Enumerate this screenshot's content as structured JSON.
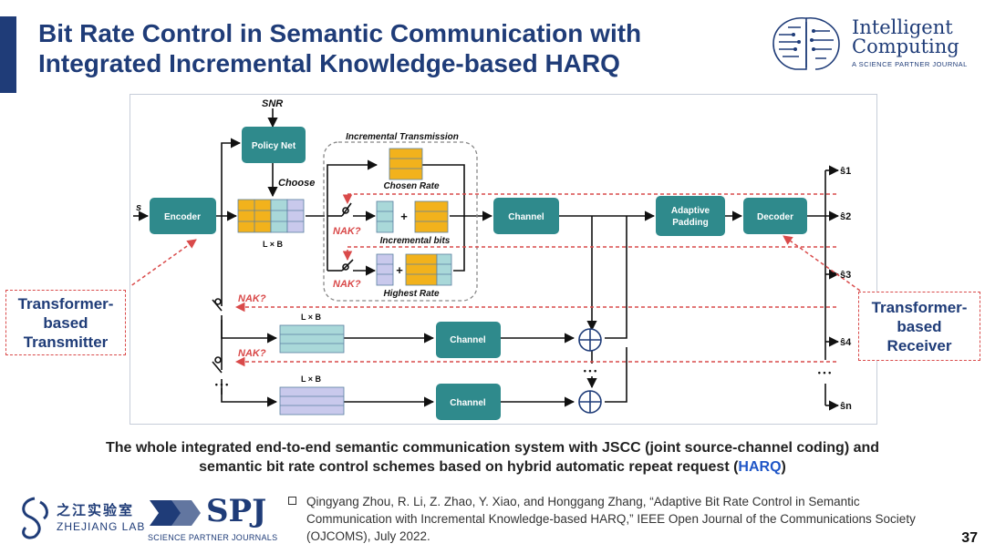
{
  "slide": {
    "title_line1": "Bit Rate Control in Semantic Communication with",
    "title_line2": "Integrated Incremental Knowledge-based HARQ",
    "page_number": "37",
    "colors": {
      "title": "#1f3c78",
      "block": "#2f8a8c",
      "dashed": "#d94a4a",
      "gold": "#f2b21c",
      "teal_light": "#a9d8d9",
      "lavender": "#c9c9ec"
    }
  },
  "logos": {
    "ic_name": "Intelligent Computing",
    "ic_sub": "A SCIENCE PARTNER JOURNAL",
    "zj_cn": "之江实验室",
    "zj_en": "ZHEJIANG LAB",
    "spj_name": "SPJ",
    "spj_sub": "SCIENCE PARTNER JOURNALS"
  },
  "diagram": {
    "snr": "SNR",
    "policy_net": "Policy Net",
    "choose": "Choose",
    "encoder": "Encoder",
    "input_s": "s",
    "lxb": "L × B",
    "incremental_transmission": "Incremental Transmission",
    "chosen_rate": "Chosen Rate",
    "incremental_bits": "Incremental bits",
    "highest_rate": "Highest Rate",
    "nak": "NAK?",
    "plus": "+",
    "channel": "Channel",
    "adaptive_padding_1": "Adaptive",
    "adaptive_padding_2": "Padding",
    "decoder": "Decoder",
    "outputs": [
      "ŝ1",
      "ŝ2",
      "ŝ3",
      "ŝ4",
      "ŝn"
    ],
    "dots": "• • •",
    "tx_label": [
      "Transformer-",
      "based",
      "Transmitter"
    ],
    "rx_label": [
      "Transformer-",
      "based",
      "Receiver"
    ]
  },
  "caption": {
    "part1": "The whole integrated end-to-end semantic communication system with JSCC (joint source-channel coding) and semantic bit rate control schemes based on hybrid automatic repeat request (",
    "highlight": "HARQ",
    "part2": ")"
  },
  "reference": "Qingyang Zhou, R. Li, Z. Zhao, Y. Xiao, and Honggang Zhang, “Adaptive Bit Rate Control in Semantic Communication with Incremental Knowledge-based HARQ,” IEEE Open Journal of the Communications Society (OJCOMS), July 2022."
}
